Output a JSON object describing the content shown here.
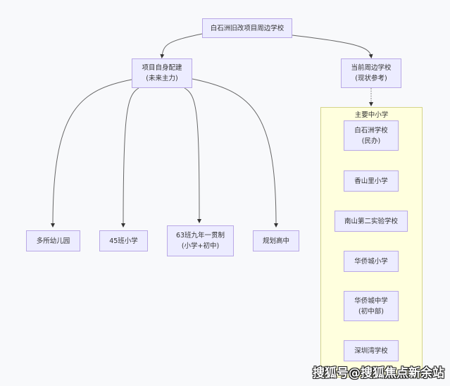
{
  "diagram": {
    "root": {
      "line1": "白石洲旧改项目周边学校"
    },
    "branch_left": {
      "line1": "项目自身配建",
      "line2": "(未来主力)"
    },
    "branch_right": {
      "line1": "当前周边学校",
      "line2": "(现状参考)"
    },
    "left_children": [
      {
        "line1": "多所幼儿园"
      },
      {
        "line1": "45班小学"
      },
      {
        "line1": "63班九年一贯制",
        "line2": "(小学+初中)"
      },
      {
        "line1": "规划高中"
      }
    ],
    "cluster": {
      "title": "主要中小学",
      "items": [
        {
          "line1": "白石洲学校",
          "line2": "(民办)"
        },
        {
          "line1": "香山里小学"
        },
        {
          "line1": "南山第二实验学校"
        },
        {
          "line1": "华侨城小学"
        },
        {
          "line1": "华侨城中学",
          "line2": "(初中部)"
        },
        {
          "line1": "深圳湾学校"
        }
      ]
    },
    "colors": {
      "node_fill": "#ececff",
      "node_border": "#b9a8e6",
      "cluster_fill": "#ffffde",
      "cluster_border": "#d4d48a",
      "edge": "#555555",
      "background": "#f8f9fb"
    }
  },
  "watermark": "搜狐号@搜狐焦点新余站"
}
